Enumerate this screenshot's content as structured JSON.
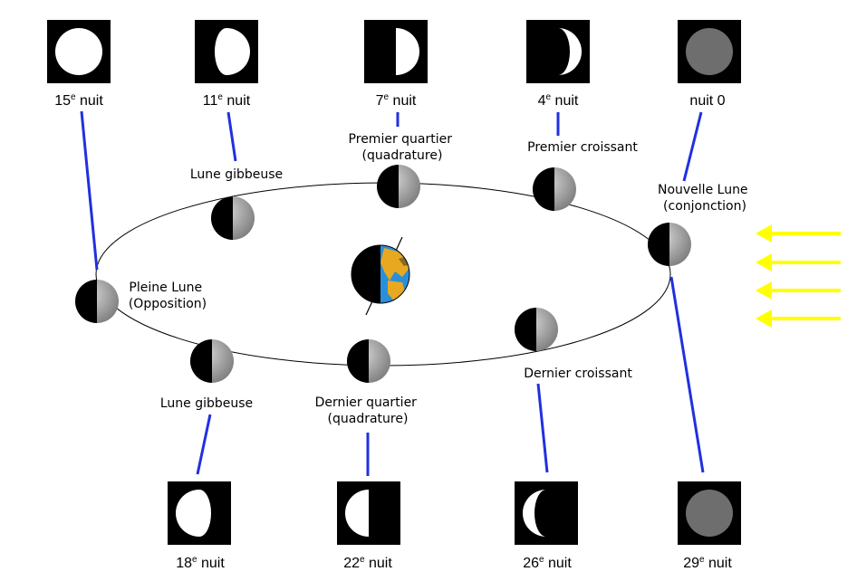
{
  "phase_labels": {
    "first_quarter": [
      "Premier quartier",
      "(quadrature)"
    ],
    "waxing_crescent": [
      "Premier croissant"
    ],
    "new_moon": [
      "Nouvelle Lune",
      "(conjonction)"
    ],
    "waxing_gibbous": [
      "Lune gibbeuse"
    ],
    "full_moon": [
      "Pleine Lune",
      "(Opposition)"
    ],
    "waning_gibbous": [
      "Lune gibbeuse"
    ],
    "last_quarter": [
      "Dernier quartier",
      "(quadrature)"
    ],
    "waning_crescent": [
      "Dernier croissant"
    ]
  },
  "night_labels": {
    "n15": {
      "num": "15",
      "sup": "e",
      "word": " nuit"
    },
    "n11": {
      "num": "11",
      "sup": "e",
      "word": " nuit"
    },
    "n7": {
      "num": "7",
      "sup": "e",
      "word": " nuit"
    },
    "n4": {
      "num": "4",
      "sup": "e",
      "word": " nuit"
    },
    "n0": {
      "num": "",
      "sup": "",
      "word": "nuit 0"
    },
    "n18": {
      "num": "18",
      "sup": "e",
      "word": " nuit"
    },
    "n22": {
      "num": "22",
      "sup": "e",
      "word": " nuit"
    },
    "n26": {
      "num": "26",
      "sup": "e",
      "word": " nuit"
    },
    "n29": {
      "num": "29",
      "sup": "e",
      "word": " nuit"
    }
  },
  "colors": {
    "sunlight_arrows": "#ffff00",
    "leader_lines": "#2030e0",
    "moon_lit": "#a8a8a8",
    "new_moon_disc": "#6e6e6e",
    "earth_ocean": "#2a8fd8",
    "earth_land": "#e8a820"
  }
}
